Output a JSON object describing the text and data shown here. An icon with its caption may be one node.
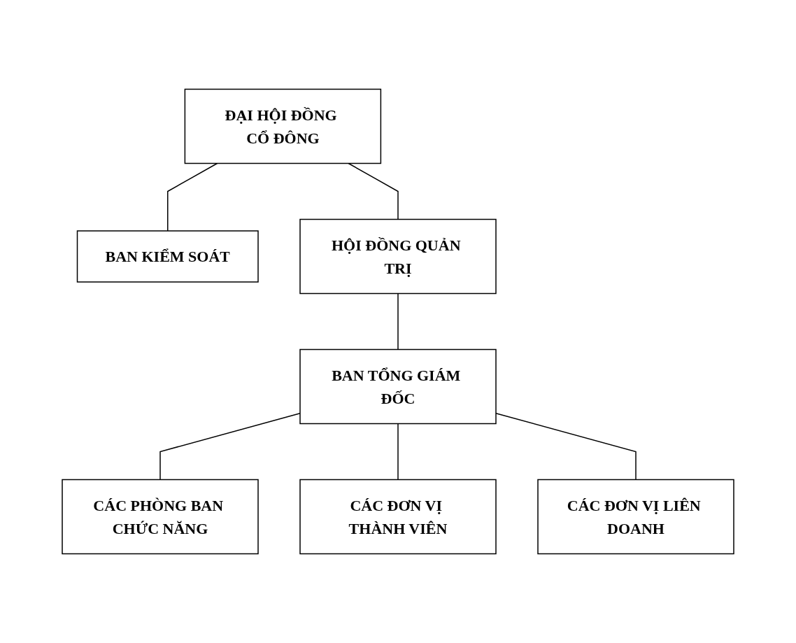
{
  "diagram": {
    "nodes": [
      {
        "text": [
          "ĐẠI HỘI ĐỒNG CỔ ĐÔNG"
        ]
      },
      {
        "text": [
          "BAN KIỂM SOÁT"
        ]
      },
      {
        "text": [
          "HỘI ĐỒNG QUẢN TRỊ"
        ]
      },
      {
        "text": [
          "BAN TỔNG GIÁM ĐỐC"
        ]
      },
      {
        "text": [
          "CÁC PHÒNG BAN CHỨC NĂNG"
        ]
      },
      {
        "text": [
          "CÁC ĐƠN VỊ THÀNH VIÊN"
        ]
      },
      {
        "text": [
          "CÁC ĐƠN VỊ LIÊN DOANH"
        ]
      }
    ],
    "edges": [
      {
        "from": 0,
        "to": 1,
        "arrow": "none"
      },
      {
        "from": 0,
        "to": 2,
        "arrow": "none"
      },
      {
        "from": 2,
        "to": 3,
        "arrow": "none"
      },
      {
        "from": 3,
        "to": 4,
        "arrow": "none"
      },
      {
        "from": 3,
        "to": 5,
        "arrow": "none"
      },
      {
        "from": 3,
        "to": 6,
        "arrow": "none"
      }
    ]
  }
}
